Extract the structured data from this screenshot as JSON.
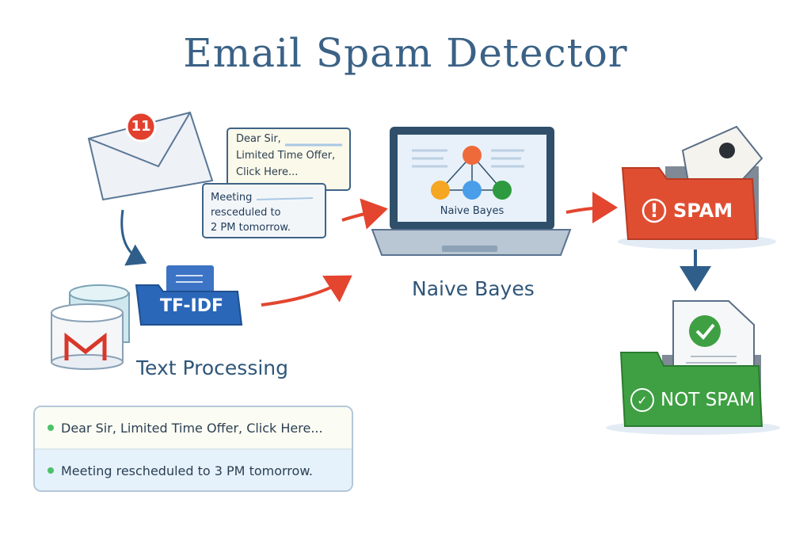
{
  "title": "Email Spam Detector",
  "inbox": {
    "badge": "11"
  },
  "notes": {
    "spam_note": [
      "Dear Sir,",
      "Limited Time Offer,",
      "Click Here..."
    ],
    "ham_note": [
      "Meeting",
      "resceduled to",
      "2 PM tomorrow."
    ]
  },
  "processing": {
    "folder_label": "TF-IDF",
    "caption": "Text Processing"
  },
  "model": {
    "screen_label": "Naive Bayes",
    "caption": "Naive Bayes"
  },
  "outputs": {
    "spam_label": "SPAM",
    "not_spam_label": "NOT SPAM"
  },
  "messages": [
    "Dear Sir, Limited Time Offer, Click Here...",
    "Meeting rescheduled to 3 PM tomorrow."
  ],
  "colors": {
    "title": "#3b6286",
    "spam": "#e04e32",
    "not_spam": "#3ea043",
    "arrow_red": "#e3452f",
    "arrow_blue": "#2f5e8a"
  }
}
